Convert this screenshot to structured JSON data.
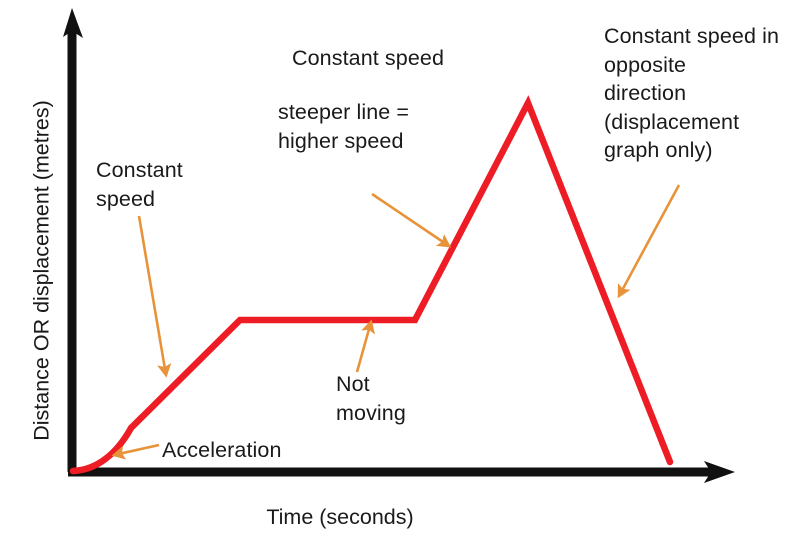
{
  "figure": {
    "title_present": false,
    "background": "#ffffff"
  },
  "axes": {
    "y_label": "Distance OR displacement (metres)",
    "x_label": "Time (seconds)",
    "axis_color": "#111111",
    "y_arrow": "up-arrow-icon",
    "x_arrow": "right-arrow-icon"
  },
  "annotations": {
    "constant_speed_left": "Constant\nspeed",
    "constant_speed_mid": "Constant speed",
    "steeper_line": "steeper line =\nhigher speed",
    "constant_speed_opposite": "Constant speed in\nopposite\ndirection\n(displacement\ngraph only)",
    "acceleration": "Acceleration",
    "not_moving": "Not\nmoving"
  },
  "colors": {
    "curve": "#ee1c25",
    "arrow": "#e8933a",
    "text": "#1a1a1a",
    "axis": "#111111"
  },
  "chart_data": {
    "type": "line",
    "title": "",
    "xlabel": "Time (seconds)",
    "ylabel": "Distance OR displacement (metres)",
    "xlim": [
      0,
      100
    ],
    "ylim": [
      0,
      100
    ],
    "grid": false,
    "legend": "none",
    "axis_ticks": {
      "x": [],
      "y": []
    },
    "series": [
      {
        "name": "Distance / displacement",
        "color": "#ee1c25",
        "x": [
          0,
          4,
          9,
          15,
          21,
          25,
          52,
          78,
          95,
          145,
          174
        ],
        "y": [
          0,
          2,
          6,
          13,
          22,
          29,
          67,
          67,
          67,
          100,
          0
        ],
        "segments": [
          {
            "name": "acceleration",
            "description": "Curved, increasing gradient from rest",
            "x_range": [
              0,
              25
            ],
            "y_range": [
              0,
              29
            ]
          },
          {
            "name": "constant-speed",
            "description": "Straight sloping line, steady gradient",
            "x_range": [
              25,
              52
            ],
            "y_range": [
              29,
              67
            ]
          },
          {
            "name": "not-moving",
            "description": "Horizontal line, zero gradient, stationary",
            "x_range": [
              52,
              95
            ],
            "y_range": [
              67,
              67
            ]
          },
          {
            "name": "constant-speed-faster",
            "description": "Steeper straight line, higher speed",
            "x_range": [
              95,
              145
            ],
            "y_range": [
              67,
              100
            ]
          },
          {
            "name": "constant-speed-opposite",
            "description": "Negative gradient, constant speed back toward origin",
            "x_range": [
              145,
              174
            ],
            "y_range": [
              100,
              0
            ]
          }
        ]
      }
    ],
    "annotation_labels": [
      "Constant speed",
      "steeper line = higher speed",
      "Constant speed in opposite direction (displacement graph only)",
      "Acceleration",
      "Not moving"
    ]
  }
}
